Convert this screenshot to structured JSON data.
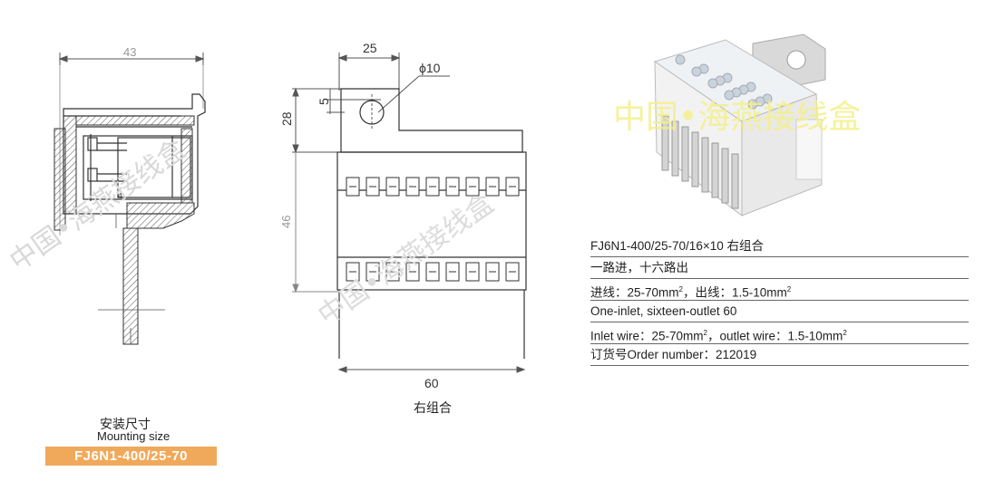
{
  "drawing_left": {
    "dim_width": "43",
    "caption_cn": "安装尺寸",
    "caption_en": "Mounting size",
    "model_tag": "FJ6N1-400/25-70",
    "part_marker": "4",
    "colors": {
      "tag_bg": "#f0a95a",
      "line": "#333333",
      "hatch": "#555555"
    }
  },
  "drawing_right": {
    "dim_top": "25",
    "dim_hole": "ϕ10",
    "dim_5": "5",
    "dim_28": "28",
    "dim_46": "46",
    "dim_60": "60",
    "caption_cn": "右组合"
  },
  "watermark": "中国•海燕接线盒",
  "specs": [
    {
      "text": "FJ6N1-400/25-70/16×10 右组合"
    },
    {
      "text": "一路进，十六路出"
    },
    {
      "pre": "进线：25-70mm",
      "sup1": "2",
      "mid": "，出线：1.5-10mm",
      "sup2": "2"
    },
    {
      "text": "One-inlet, sixteen-outlet 60"
    },
    {
      "pre": "Inlet wire：25-70mm",
      "sup1": "2",
      "mid": "，outlet wire：1.5-10mm",
      "sup2": "2"
    },
    {
      "text": "订货号Order number：212019"
    }
  ]
}
